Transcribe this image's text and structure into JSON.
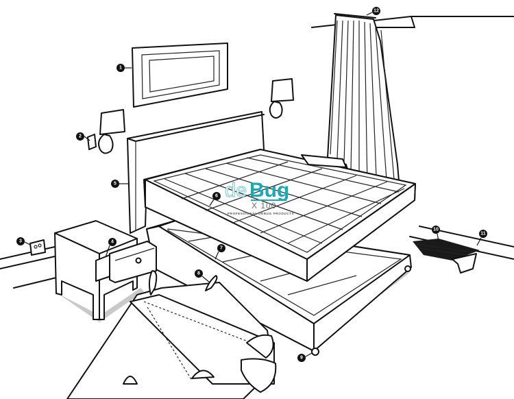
{
  "markers": [
    "1",
    "2",
    "3",
    "4",
    "5",
    "6",
    "7",
    "8",
    "9",
    "10",
    "11",
    "12"
  ],
  "brand": {
    "name_prefix": "de",
    "name_main": "Bug",
    "multiplier": "X 100",
    "tagline": "PROFESSIONAL DEBUG PRODUCTS"
  },
  "colors": {
    "line": "#111111",
    "brand_teal": "#19a9b7",
    "shadow": "#c9c9c9"
  }
}
